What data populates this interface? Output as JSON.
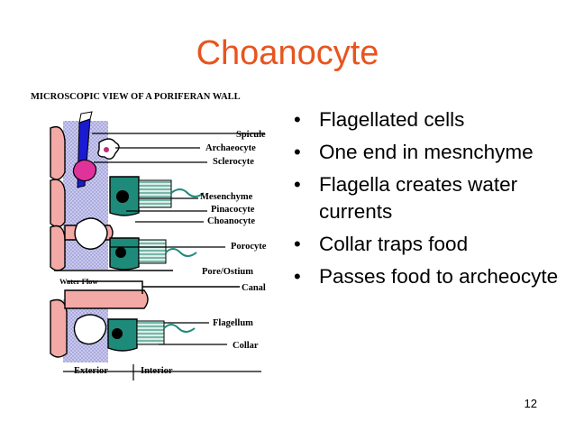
{
  "slide": {
    "title": "Choanocyte",
    "page_number": "12",
    "bullets": [
      "Flagellated cells",
      "One end in mesnchyme",
      "Flagella creates water currents",
      "Collar traps food",
      "Passes food to archeocyte"
    ]
  },
  "diagram": {
    "heading": "MICROSCOPIC VIEW OF A PORIFERAN WALL",
    "labels": {
      "spicule": "Spicule",
      "archaeocyte": "Archaeocyte",
      "sclerocyte": "Sclerocyte",
      "mesenchyme": "Mesenchyme",
      "pinacocyte": "Pinacocyte",
      "choanocyte": "Choanocyte",
      "porocyte": "Porocyte",
      "pore_ostium": "Pore/Ostium",
      "water_flow": "Water Flow",
      "canal": "Canal",
      "flagellum": "Flagellum",
      "collar": "Collar",
      "exterior": "Exterior",
      "interior": "Interior"
    }
  }
}
